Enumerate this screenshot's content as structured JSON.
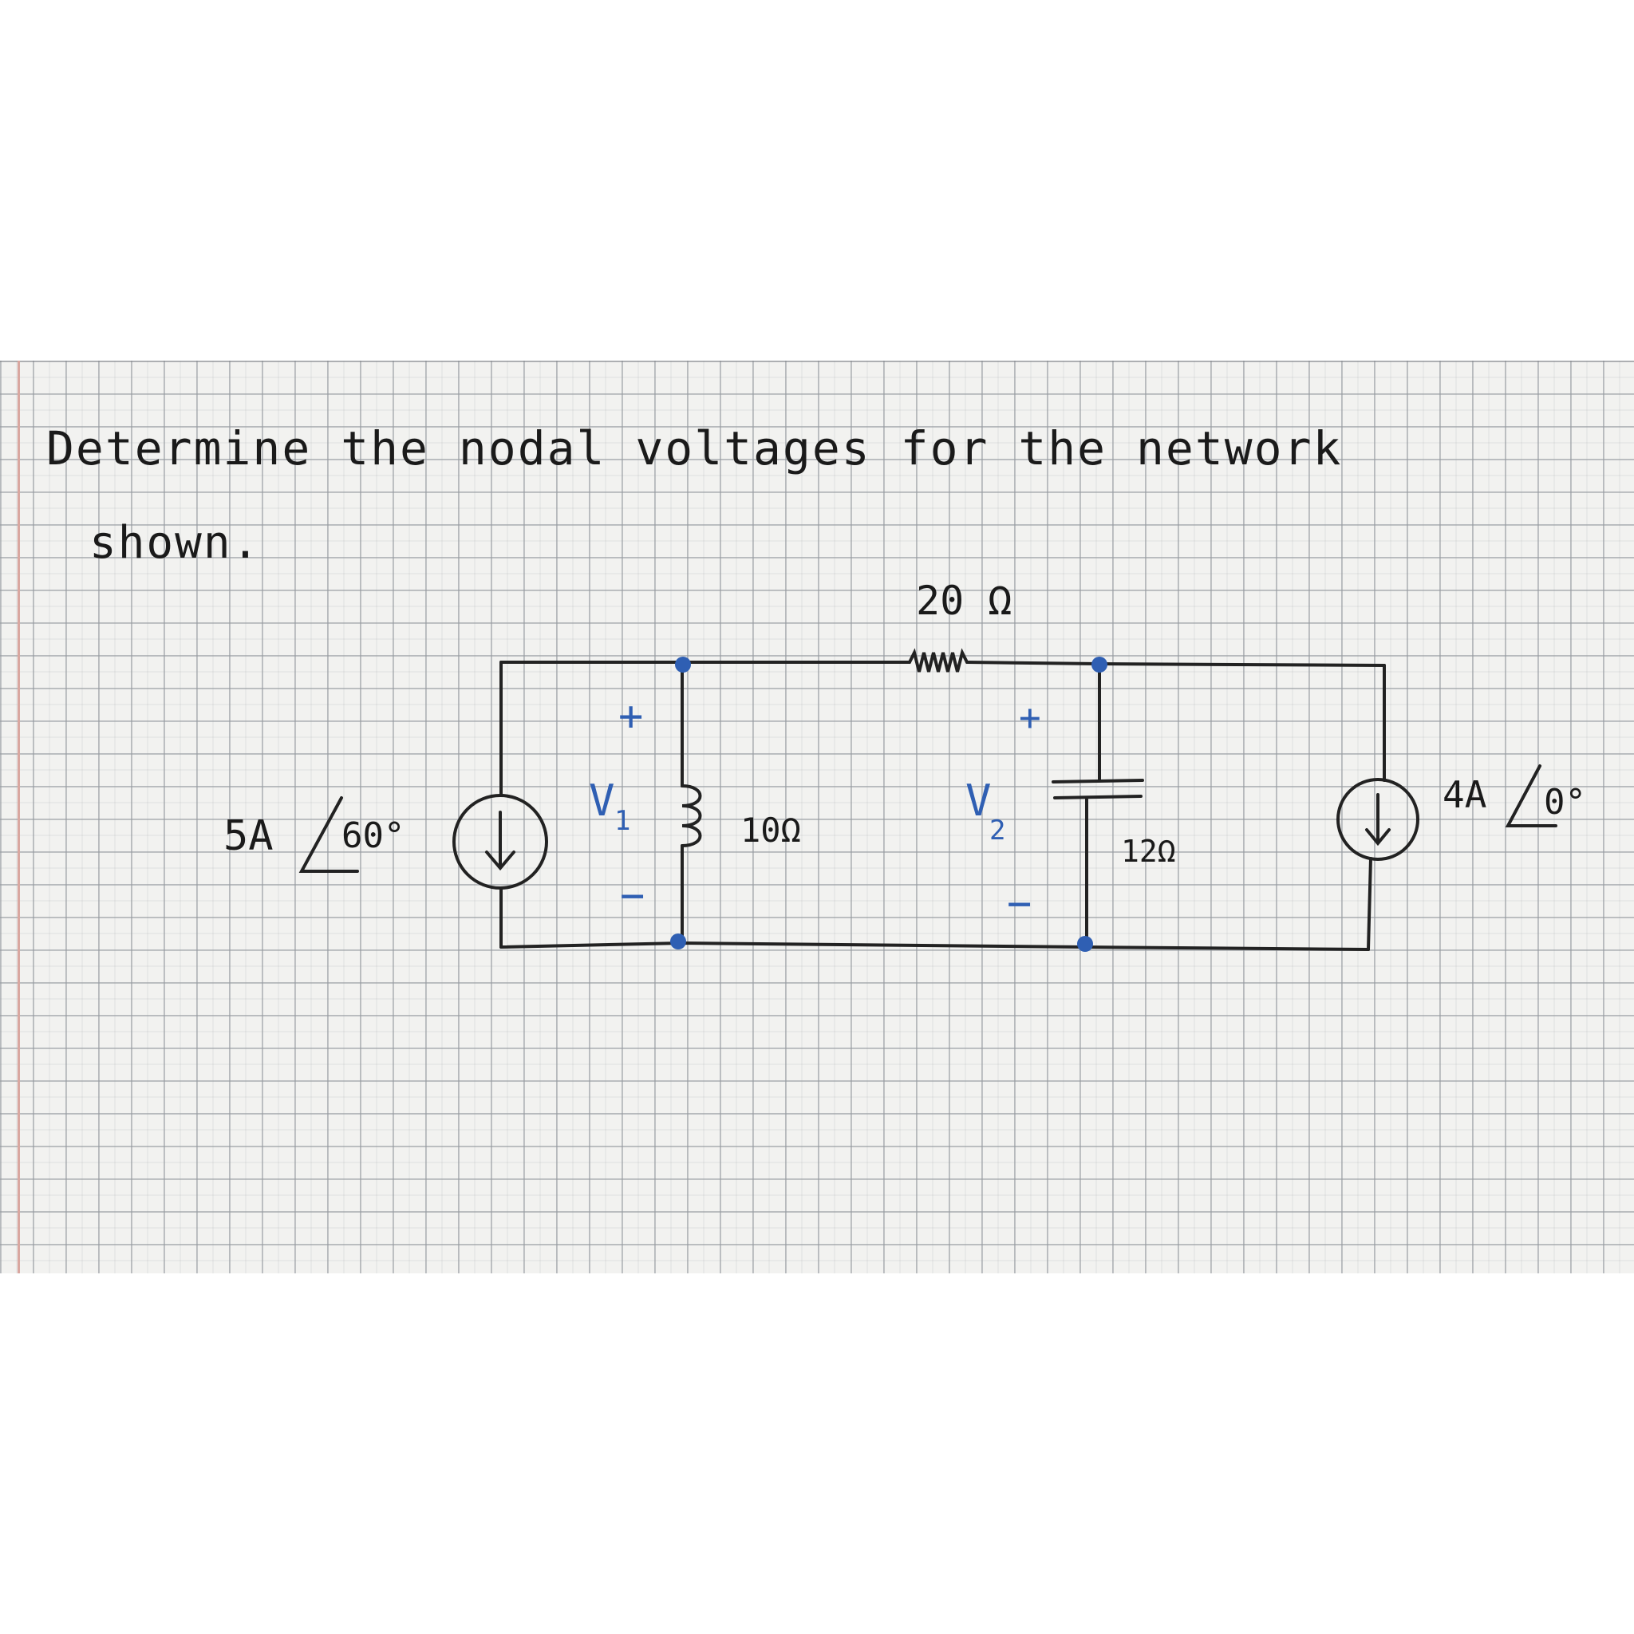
{
  "problem": {
    "line1": "Determine the nodal voltages for the network",
    "line2": "shown."
  },
  "circuit": {
    "source_left": {
      "magnitude_label": "5A",
      "angle_label": "60°",
      "arrow": "↓"
    },
    "source_right": {
      "magnitude_label": "4A",
      "angle_label": "0°",
      "arrow": "↓"
    },
    "resistor_top": {
      "label": "20 Ω"
    },
    "inductor": {
      "label": "10Ω"
    },
    "capacitor": {
      "label": "12Ω"
    },
    "node_v1": {
      "label": "V",
      "subscript": "1",
      "plus": "+",
      "minus": "−"
    },
    "node_v2": {
      "label": "V",
      "subscript": "2",
      "plus": "+",
      "minus": "−"
    }
  },
  "colors": {
    "ink": "#1a1a1a",
    "blue_pen": "#2f5fb3",
    "paper": "#f2f2f0"
  }
}
